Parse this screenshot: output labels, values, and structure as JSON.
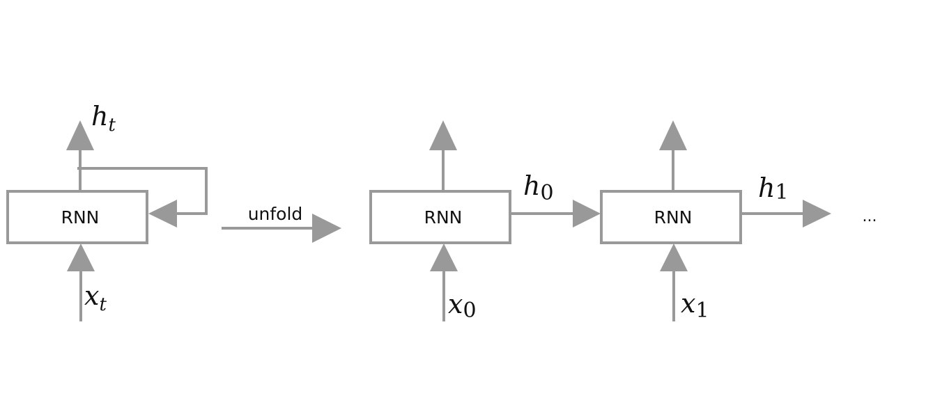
{
  "colors": {
    "stroke": "#999999",
    "text": "#111111",
    "background": "#ffffff"
  },
  "folded": {
    "box_label": "RNN",
    "output": {
      "base": "h",
      "sub": "t"
    },
    "input": {
      "base": "x",
      "sub": "t"
    }
  },
  "unfold_label": "unfold",
  "unrolled": [
    {
      "box_label": "RNN",
      "input": {
        "base": "x",
        "sub": "0"
      },
      "hidden": {
        "base": "h",
        "sub": "0"
      }
    },
    {
      "box_label": "RNN",
      "input": {
        "base": "x",
        "sub": "1"
      },
      "hidden": {
        "base": "h",
        "sub": "1"
      }
    }
  ],
  "continuation": "..."
}
